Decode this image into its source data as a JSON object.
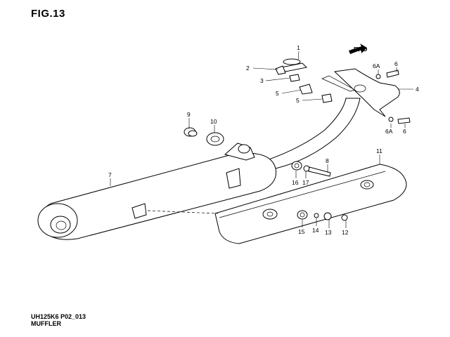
{
  "header": {
    "figure": "FIG.13"
  },
  "footer": {
    "code": "UH125K6 P02_013",
    "caption": "MUFFLER"
  },
  "direction_label": "FWD",
  "callouts": [
    "1",
    "2",
    "3",
    "5",
    "5",
    "9",
    "10",
    "6A",
    "6",
    "4",
    "6A",
    "6",
    "7",
    "8",
    "11",
    "16",
    "17",
    "15",
    "14",
    "13",
    "12"
  ]
}
